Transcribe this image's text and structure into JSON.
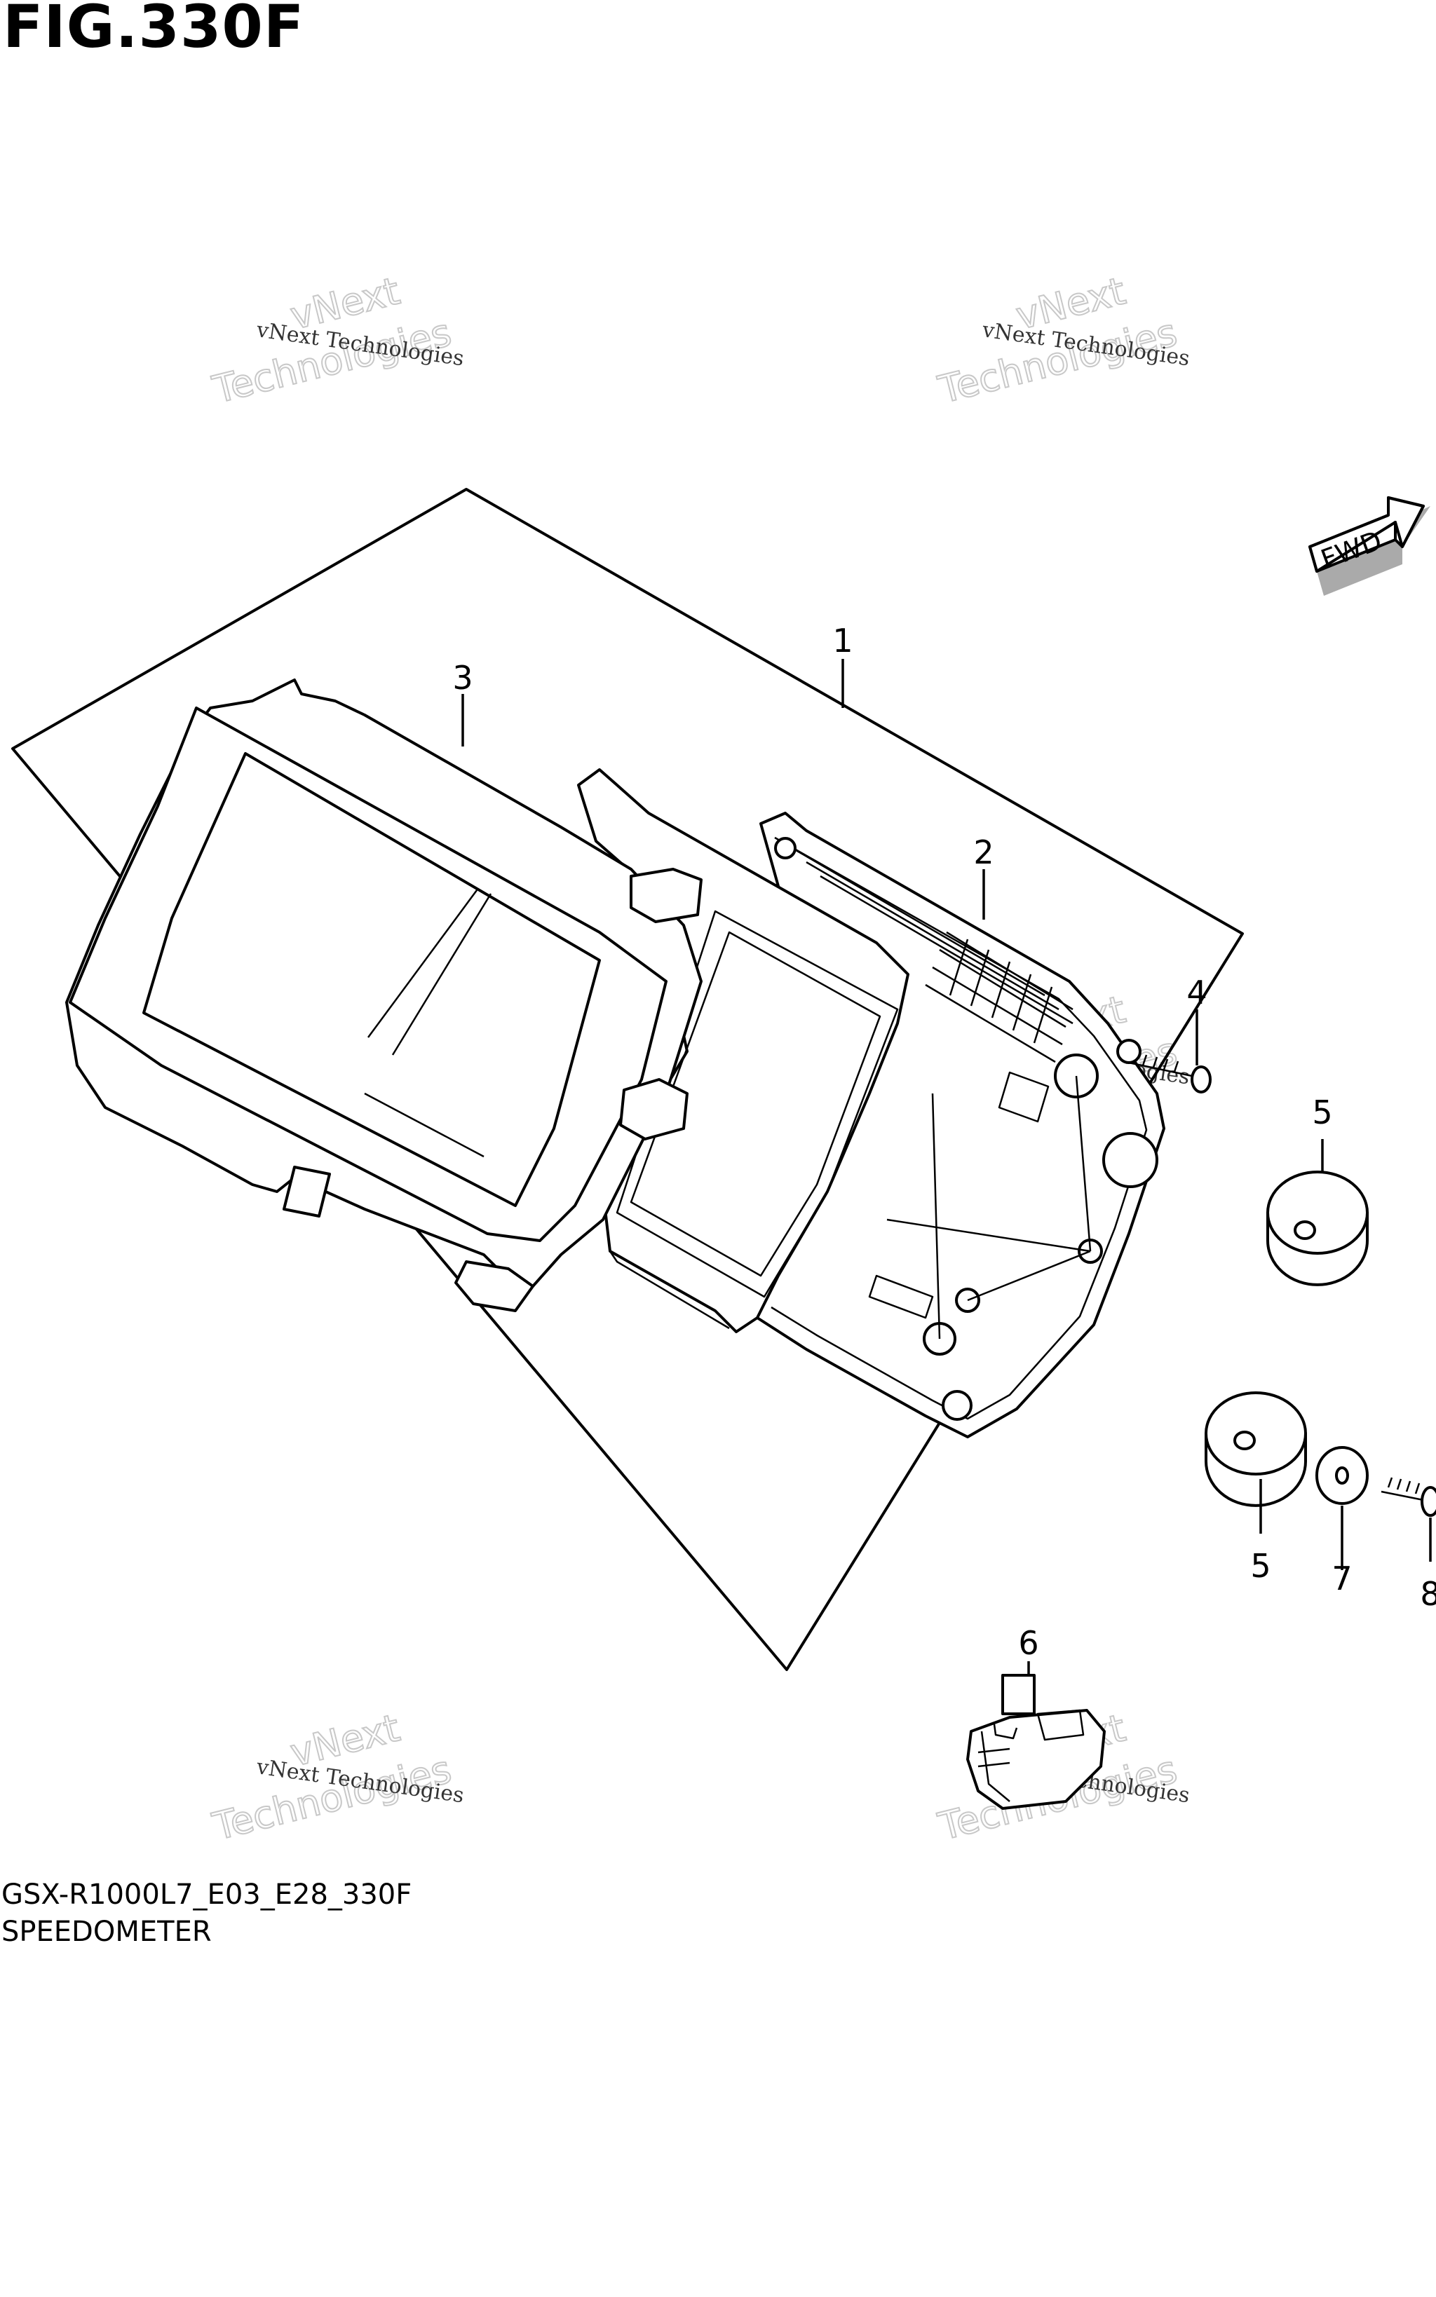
{
  "figure": {
    "title": "FIG.330F",
    "code": "GSX-R1000L7_E03_E28_330F",
    "name": "SPEEDOMETER",
    "direction_tag": "FWD"
  },
  "callouts": [
    {
      "id": "1",
      "label": "1"
    },
    {
      "id": "2",
      "label": "2"
    },
    {
      "id": "3",
      "label": "3"
    },
    {
      "id": "4",
      "label": "4"
    },
    {
      "id": "5a",
      "label": "5"
    },
    {
      "id": "5b",
      "label": "5"
    },
    {
      "id": "6",
      "label": "6"
    },
    {
      "id": "7",
      "label": "7"
    },
    {
      "id": "8",
      "label": "8"
    }
  ],
  "watermark": {
    "line1": "vNext Technologies",
    "line2a": "vNext",
    "line2b": "Technologies"
  }
}
